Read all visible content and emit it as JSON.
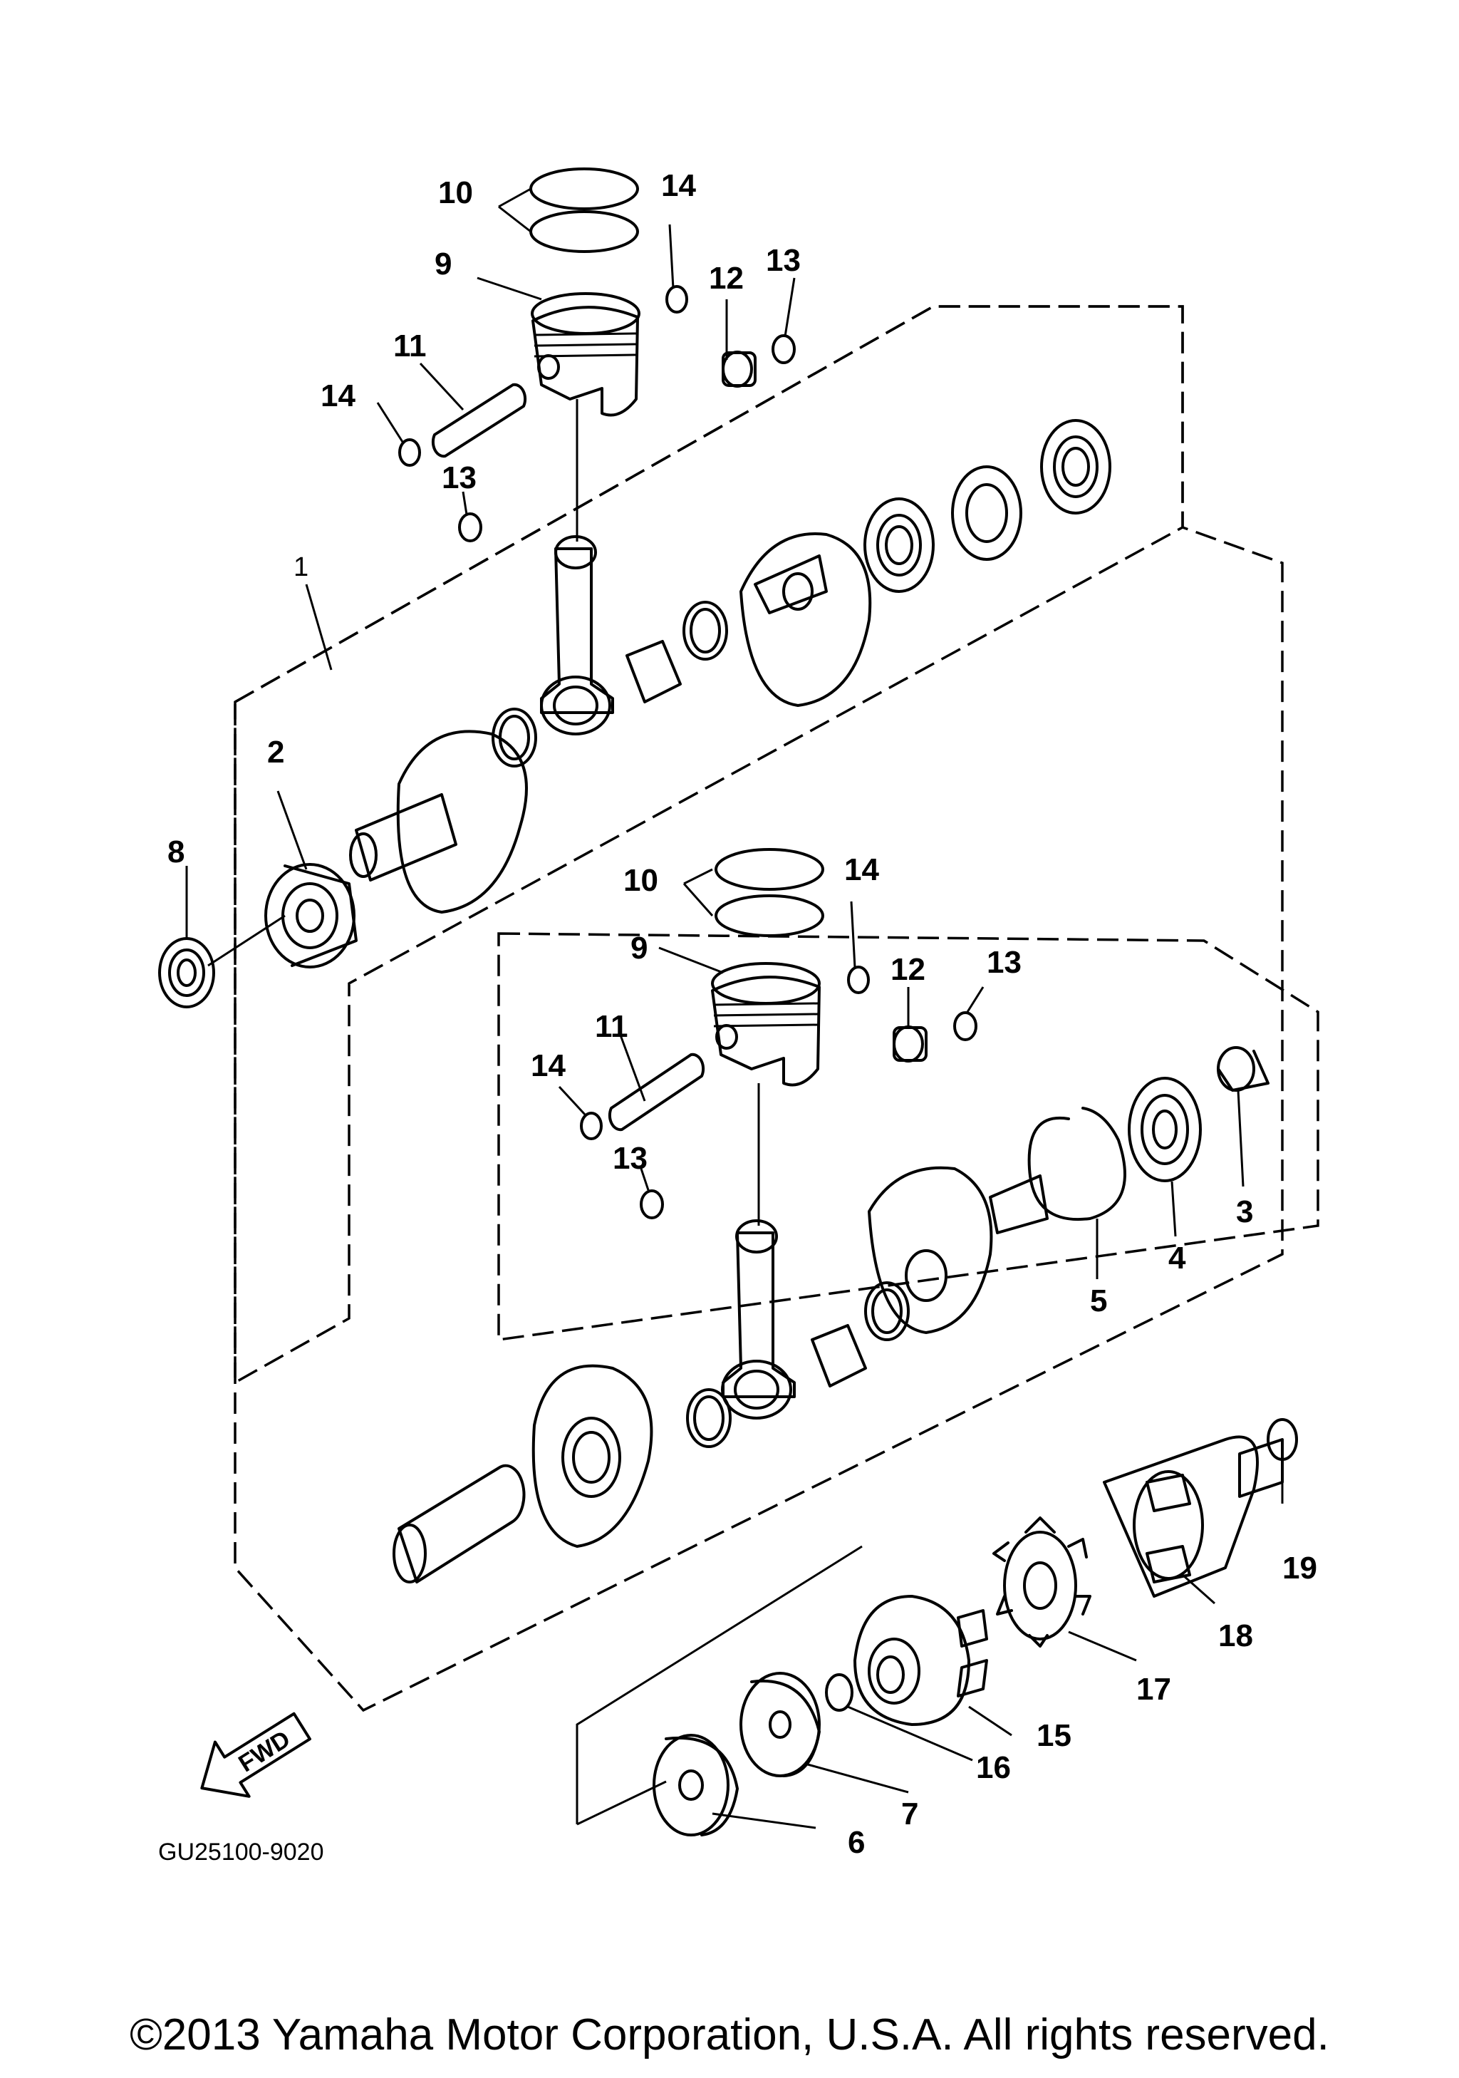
{
  "diagram_code": "GU25100-9020",
  "fwd_label": "FWD",
  "copyright": "©2013 Yamaha Motor Corporation, U.S.A. All rights reserved.",
  "callouts": {
    "c1": "1",
    "c2": "2",
    "c3": "3",
    "c4": "4",
    "c5": "5",
    "c6": "6",
    "c7": "7",
    "c8": "8",
    "c9a": "9",
    "c9b": "9",
    "c10a": "10",
    "c10b": "10",
    "c11a": "11",
    "c11b": "11",
    "c12a": "12",
    "c12b": "12",
    "c13a": "13",
    "c13b": "13",
    "c13c": "13",
    "c13d": "13",
    "c14a": "14",
    "c14b": "14",
    "c14c": "14",
    "c14d": "14",
    "c15": "15",
    "c16": "16",
    "c17": "17",
    "c18": "18",
    "c19": "19"
  }
}
